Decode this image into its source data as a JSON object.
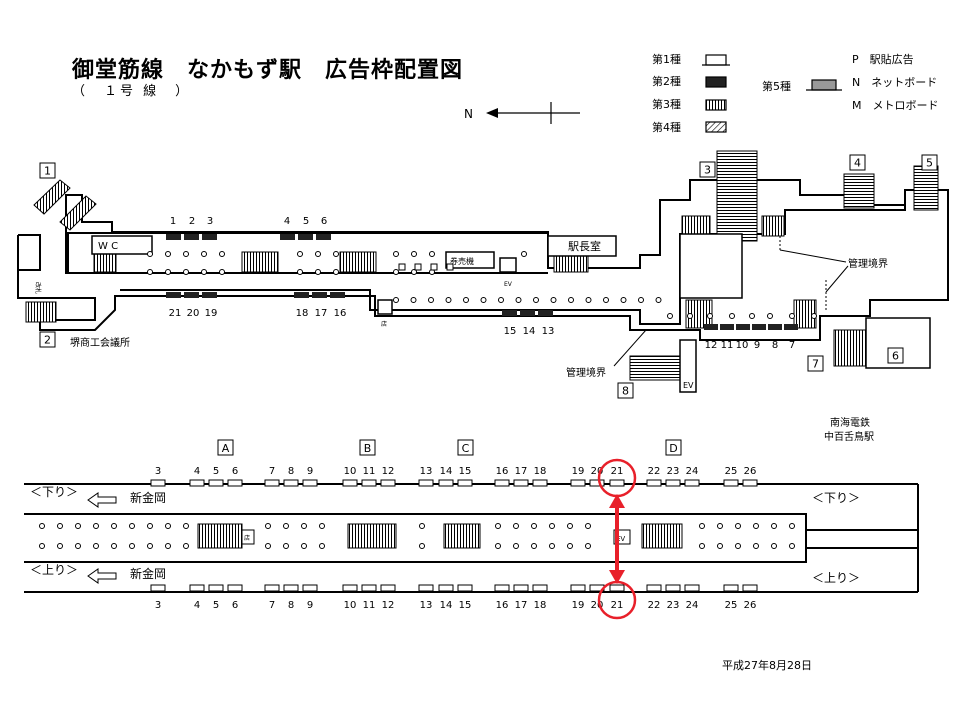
{
  "header": {
    "title": "御堂筋線　なかもず駅　広告枠配置図",
    "subtitle": "（　１号 線　）"
  },
  "legend": {
    "type1": "第1種",
    "type2": "第2種",
    "type3": "第3種",
    "type4": "第4種",
    "type5": "第5種",
    "p": "P　駅貼広告",
    "n": "N　ネットボード",
    "m": "M　メトロボード",
    "north": "N"
  },
  "concourse": {
    "exits": [
      "1",
      "2",
      "3",
      "4",
      "5",
      "6",
      "7",
      "8"
    ],
    "exit2_label": "堺商工会議所",
    "wc": "W C",
    "ticket": "券売機",
    "office": "駅長室",
    "ev": "EV",
    "shop": "店",
    "boundary": "管理境界",
    "top_nums_a": [
      "1",
      "2",
      "3"
    ],
    "top_nums_b": [
      "4",
      "5",
      "6"
    ],
    "bottom_nums_a": [
      "21",
      "20",
      "19"
    ],
    "bottom_nums_b": [
      "18",
      "17",
      "16"
    ],
    "bottom_nums_c": [
      "15",
      "14",
      "13"
    ],
    "right_nums": [
      "12",
      "11",
      "10",
      "9",
      "8",
      "7"
    ],
    "nankai": [
      "南海電鉄",
      "中百舌鳥駅"
    ],
    "side_text": "改札"
  },
  "platform": {
    "sections": [
      "A",
      "B",
      "C",
      "D"
    ],
    "top_nums": [
      "3",
      "4",
      "5",
      "6",
      "7",
      "8",
      "9",
      "10",
      "11",
      "12",
      "13",
      "14",
      "15",
      "16",
      "17",
      "18",
      "19",
      "20",
      "21",
      "22",
      "23",
      "24",
      "25",
      "26"
    ],
    "bottom_nums": [
      "3",
      "4",
      "5",
      "6",
      "7",
      "8",
      "9",
      "10",
      "11",
      "12",
      "13",
      "14",
      "15",
      "16",
      "17",
      "18",
      "19",
      "20",
      "21",
      "22",
      "23",
      "24",
      "25",
      "26"
    ],
    "down_label": "＜下り＞",
    "up_label": "＜上り＞",
    "down_right": "＜下り＞",
    "up_right": "＜上り＞",
    "terminal": "新金岡",
    "shop": "店",
    "ev": "EV",
    "highlight_color": "#e8202a"
  },
  "footer": {
    "date": "平成27年8月28日"
  }
}
